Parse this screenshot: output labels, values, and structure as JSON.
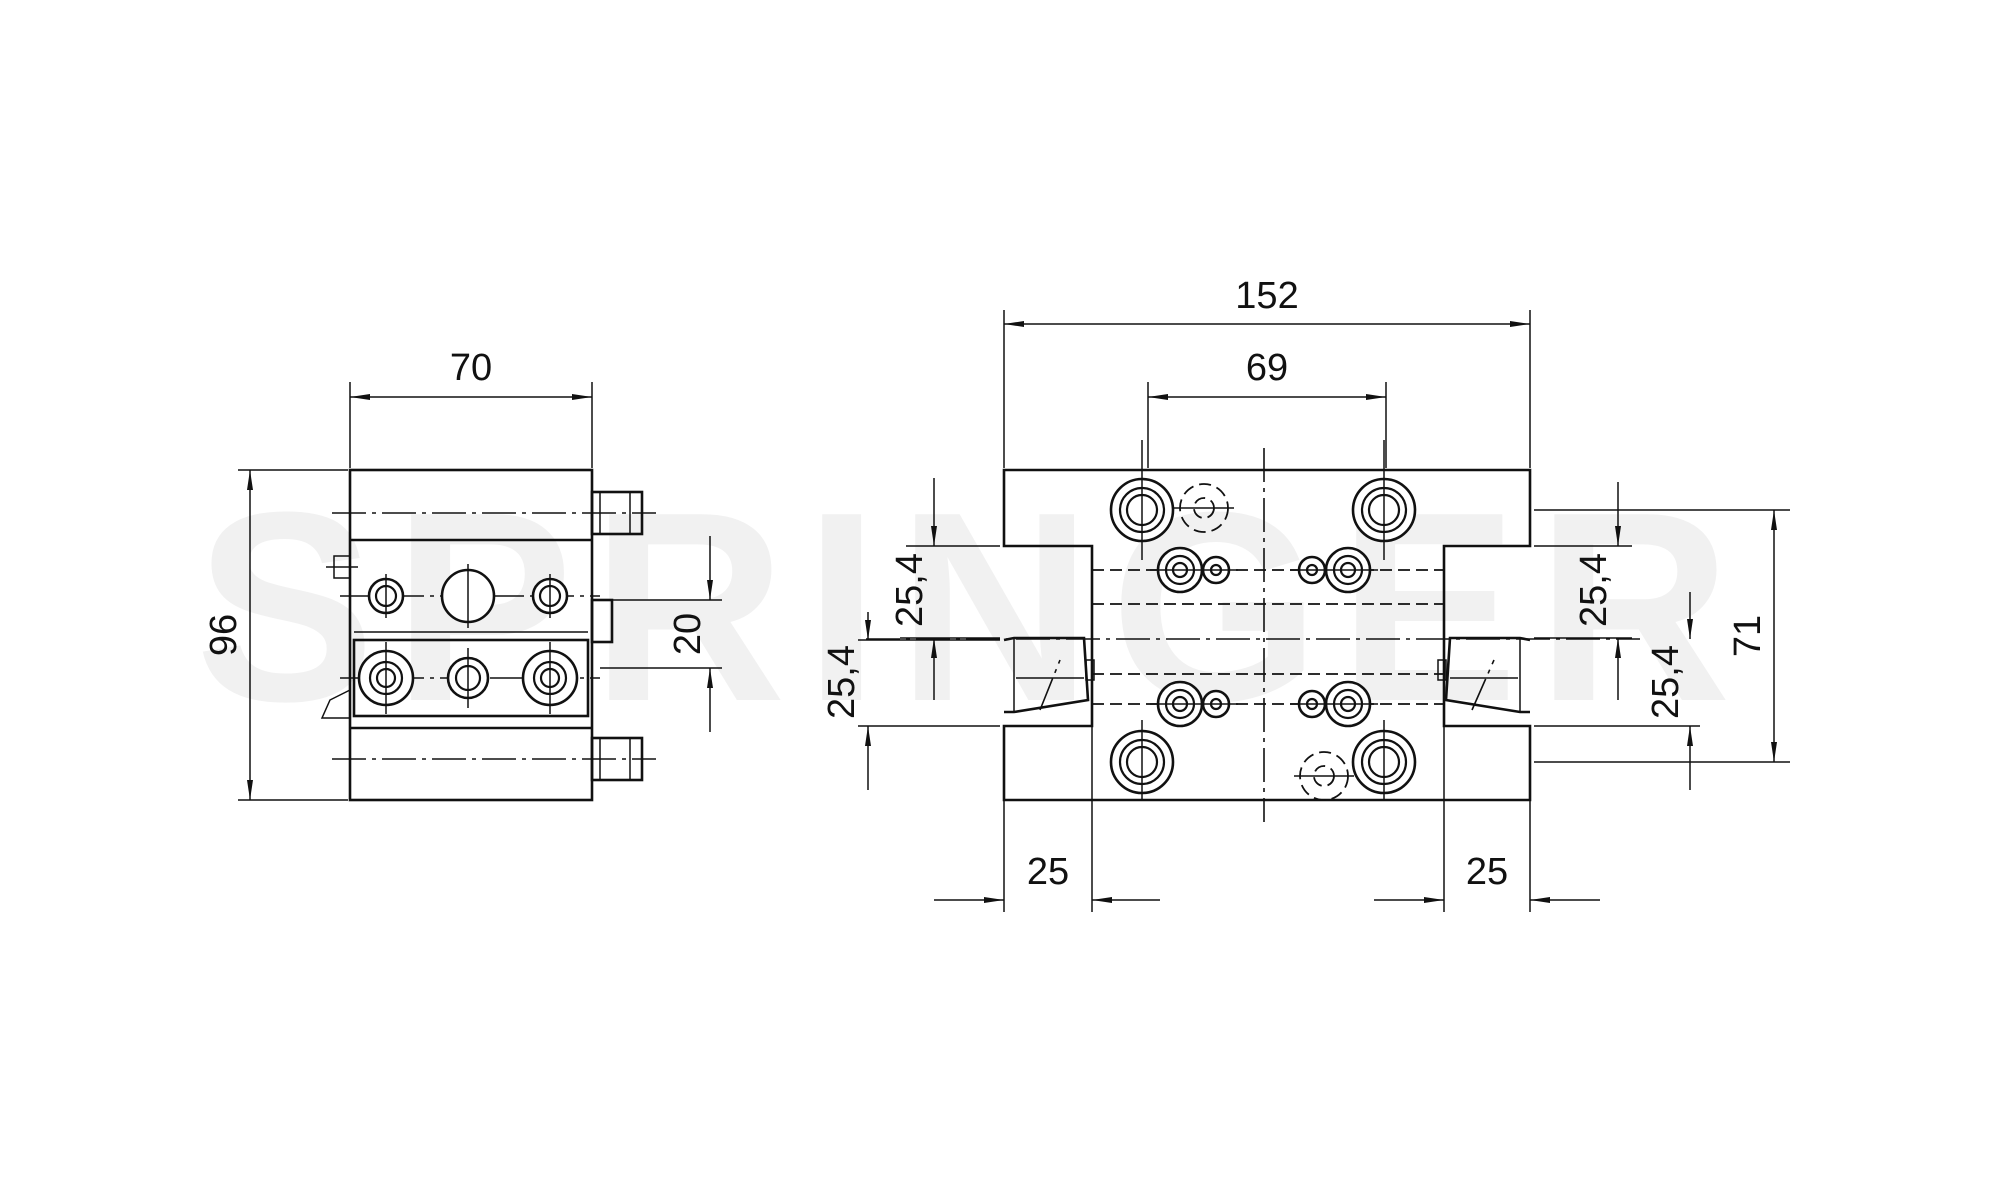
{
  "drawing": {
    "watermark": "SPRINGER",
    "side_view": {
      "width_dim": "70",
      "height_dim": "96",
      "slot_dim": "20"
    },
    "front_view": {
      "overall_width_dim": "152",
      "hole_spacing_dim": "69",
      "left_upper_dim": "25,4",
      "left_lower_dim": "25,4",
      "right_upper_dim": "25,4",
      "right_lower_dim": "25,4",
      "height_dim": "71",
      "left_jaw_dim": "25",
      "right_jaw_dim": "25"
    }
  }
}
